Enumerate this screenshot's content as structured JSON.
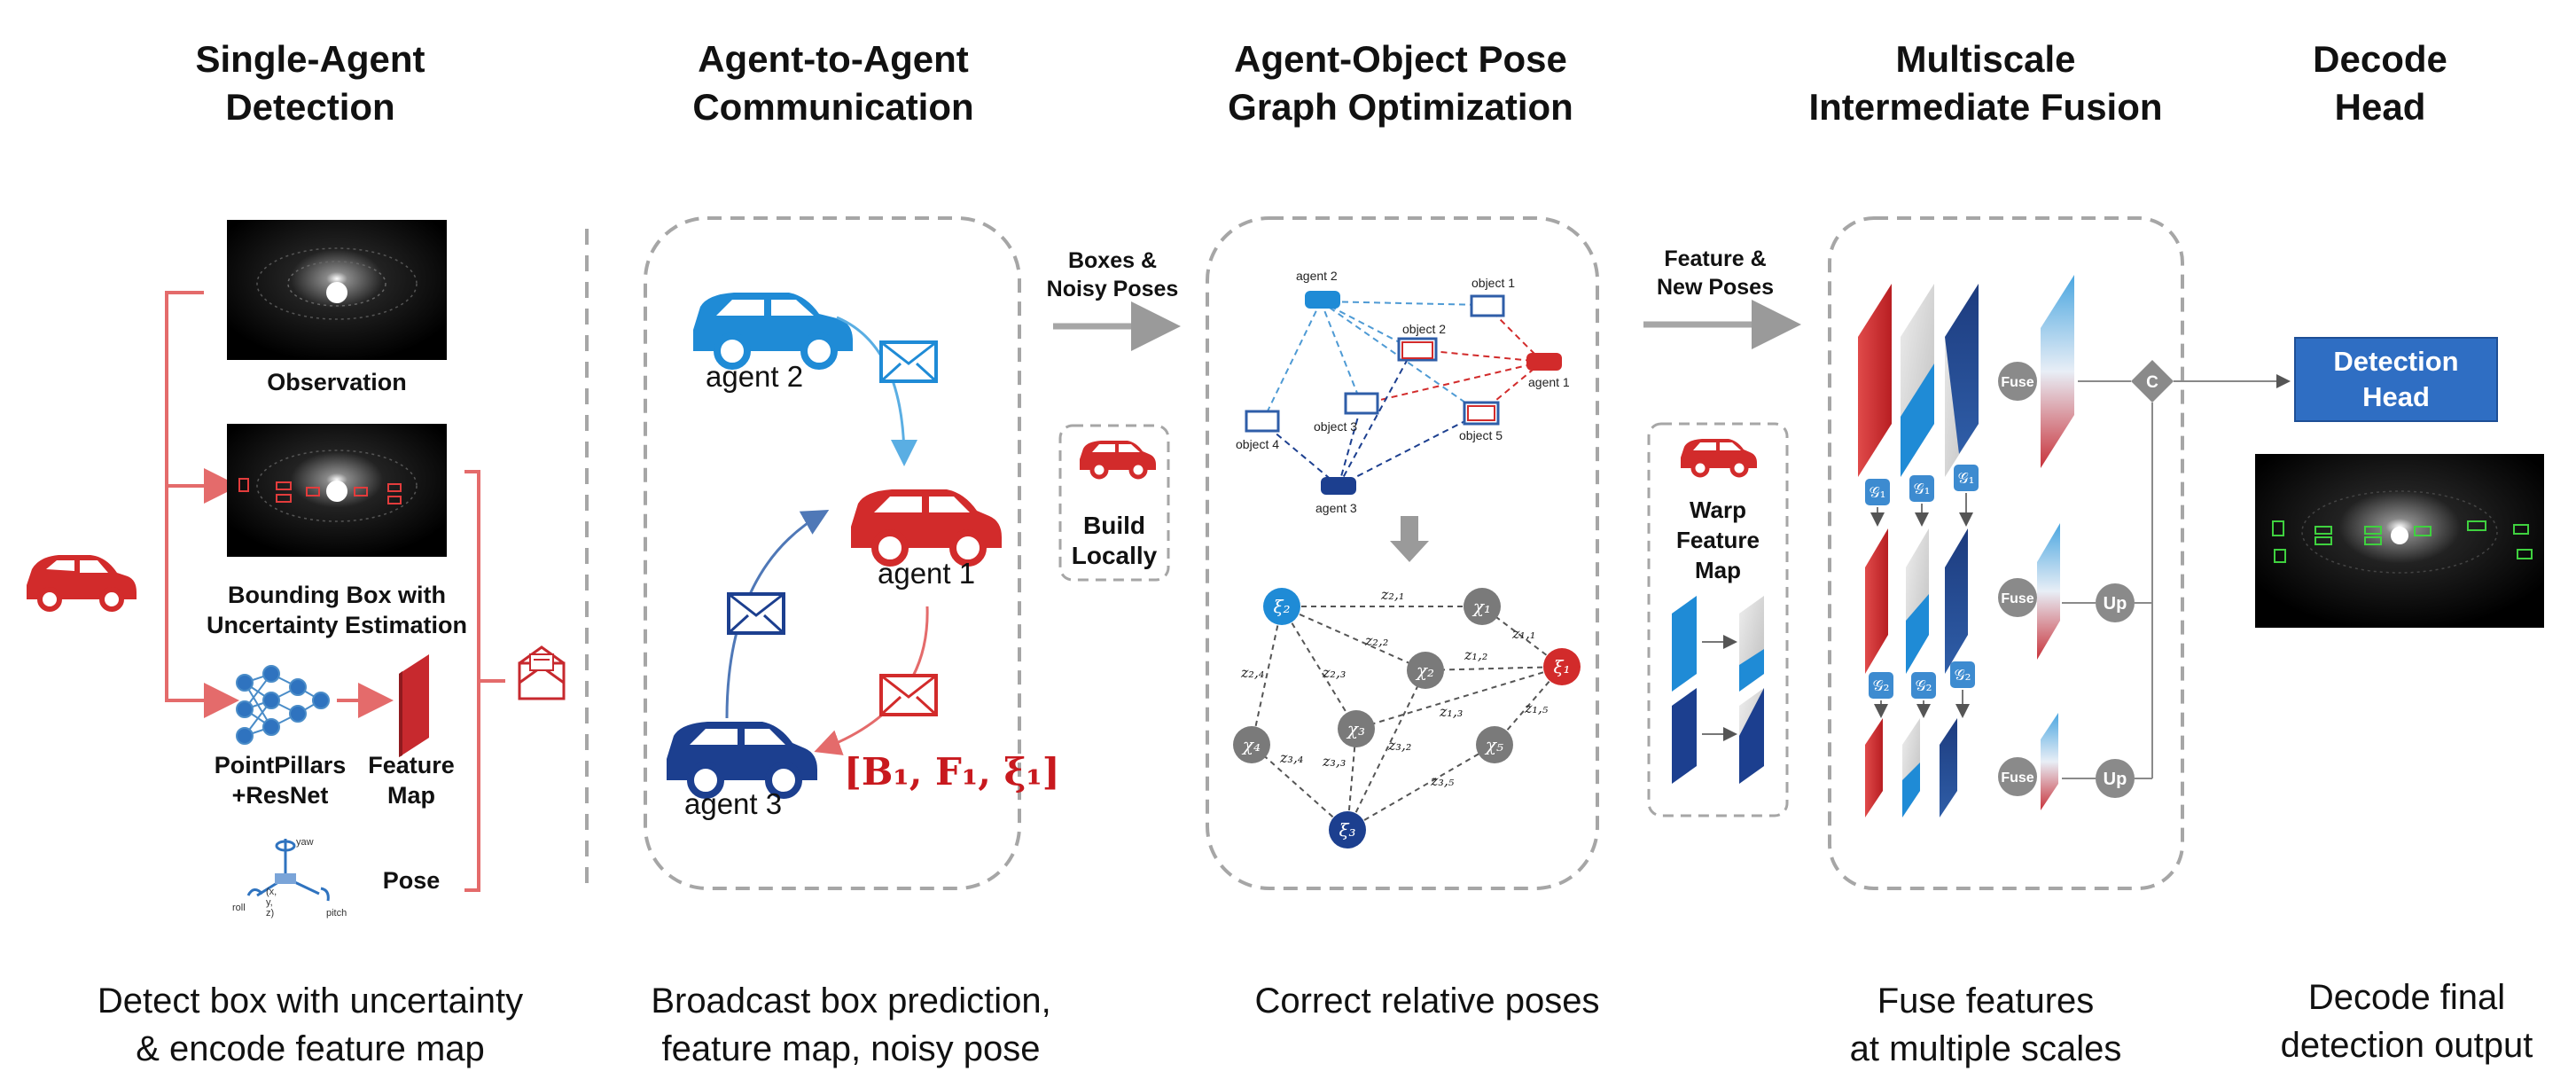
{
  "stages": [
    {
      "title": [
        "Single-Agent",
        "Detection"
      ],
      "caption": [
        "Detect box with uncertainty",
        "& encode feature map"
      ]
    },
    {
      "title": [
        "Agent-to-Agent",
        "Communication"
      ],
      "caption": [
        "Broadcast box prediction,",
        "feature map, noisy pose"
      ]
    },
    {
      "title": [
        "Agent-Object Pose",
        "Graph Optimization"
      ],
      "caption": [
        "Correct relative poses"
      ]
    },
    {
      "title": [
        "Multiscale",
        "Intermediate Fusion"
      ],
      "caption": [
        "Fuse features",
        "at multiple scales"
      ]
    },
    {
      "title": [
        "Decode",
        "Head"
      ],
      "caption": [
        "Decode final",
        "detection output"
      ]
    }
  ],
  "single_agent": {
    "observation": "Observation",
    "bbox_label": [
      "Bounding Box with",
      "Uncertainty Estimation"
    ],
    "network": [
      "PointPillars",
      "+ResNet"
    ],
    "feature_map": [
      "Feature",
      "Map"
    ],
    "pose": "Pose",
    "pose_axes": [
      "yaw",
      "roll",
      "pitch",
      "(x, y, z)"
    ]
  },
  "communication": {
    "agent2": "agent 2",
    "agent1": "agent 1",
    "agent3": "agent 3",
    "message": "[B₁, F₁, ξ₁]"
  },
  "arrows": {
    "boxes_noisy": [
      "Boxes &",
      "Noisy Poses"
    ],
    "build_locally": [
      "Build",
      "Locally"
    ],
    "feature_new": [
      "Feature &",
      "New Poses"
    ],
    "warp": [
      "Warp",
      "Feature",
      "Map"
    ]
  },
  "pose_graph": {
    "scene_labels": [
      "agent 2",
      "object 1",
      "object 2",
      "agent 1",
      "object 3",
      "object 4",
      "object 5",
      "agent 3"
    ],
    "nodes": [
      "ξ₂",
      "χ₁",
      "ξ₁",
      "χ₂",
      "χ₃",
      "χ₄",
      "χ₅",
      "ξ₃"
    ],
    "edges": [
      "z₂,₁",
      "z₂,₂",
      "z₁,₁",
      "z₁,₂",
      "z₂,₃",
      "z₂,₄",
      "z₁,₃",
      "z₁,₅",
      "z₃,₂",
      "z₃,₃",
      "z₃,₄",
      "z₃,₅"
    ]
  },
  "fusion": {
    "fuse": "Fuse",
    "concat": "C",
    "up": "Up",
    "g_labels": [
      "𝒢₁",
      "𝒢₂"
    ]
  },
  "decode": {
    "box": [
      "Detection",
      "Head"
    ]
  },
  "colors": {
    "red": "#d22b2b",
    "blue": "#1f8bd6",
    "navy": "#1c3f8f",
    "dashed": "#a6a6a6",
    "pink_line": "#e46b6b"
  }
}
